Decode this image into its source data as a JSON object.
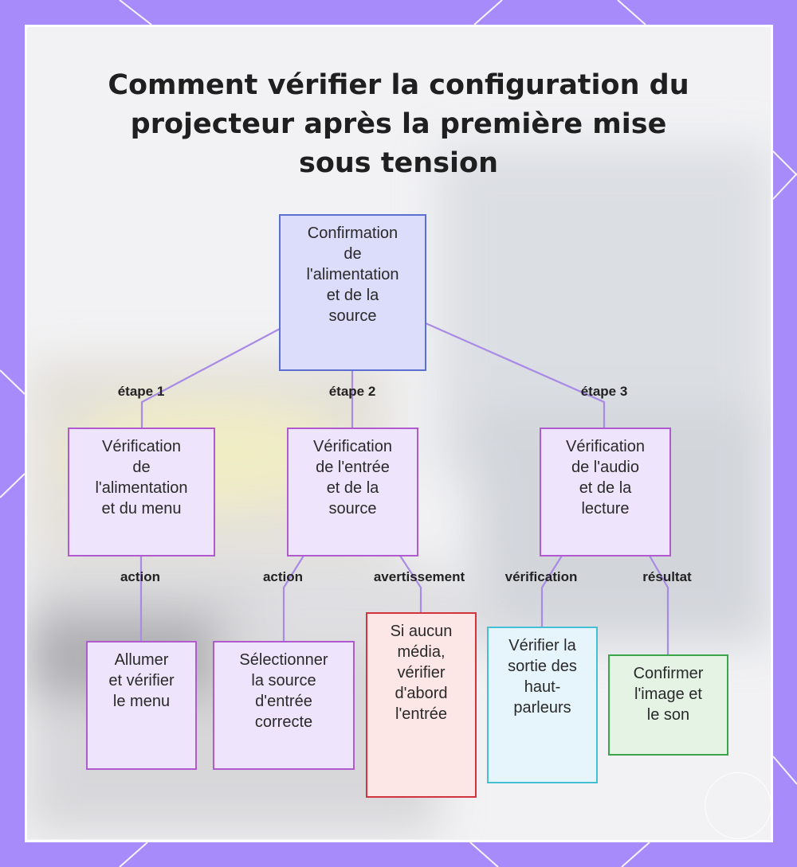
{
  "title": {
    "lines": [
      "Comment vérifier la configuration du",
      "projecteur après la première mise",
      "sous tension"
    ]
  },
  "nodes": {
    "root": [
      "Confirmation",
      "de",
      "l'alimentation",
      "et de la",
      "source"
    ],
    "step1": [
      "Vérification",
      "de",
      "l'alimentation",
      "et du menu"
    ],
    "step2": [
      "Vérification",
      "de l'entrée",
      "et de la",
      "source"
    ],
    "step3": [
      "Vérification",
      "de l'audio",
      "et de la",
      "lecture"
    ],
    "action1": [
      "Allumer",
      "et vérifier",
      "le menu"
    ],
    "action2": [
      "Sélectionner",
      "la source",
      "d'entrée",
      "correcte"
    ],
    "warning2": [
      "Si aucun",
      "média,",
      "vérifier",
      "d'abord",
      "l'entrée"
    ],
    "check3": [
      "Vérifier la",
      "sortie des",
      "haut-",
      "parleurs"
    ],
    "result3": [
      "Confirmer",
      "l'image et",
      "le son"
    ]
  },
  "edge_labels": {
    "etape1": "étape 1",
    "etape2": "étape 2",
    "etape3": "étape 3",
    "action1": "action",
    "action2": "action",
    "warning": "avertissement",
    "verification": "vérification",
    "resultat": "résultat"
  },
  "colors": {
    "frame": "#a78bfa",
    "edge": "#a98ae6",
    "root_fill": "#dcdcfb",
    "root_border": "#5b6fd0",
    "purple_fill": "#eee4fb",
    "purple_border": "#b05ad0",
    "red_fill": "#fde6e6",
    "red_border": "#d2333d",
    "cyan_fill": "#e6f4fb",
    "cyan_border": "#45bfd4",
    "green_fill": "#e4f3e4",
    "green_border": "#3aa54a"
  }
}
